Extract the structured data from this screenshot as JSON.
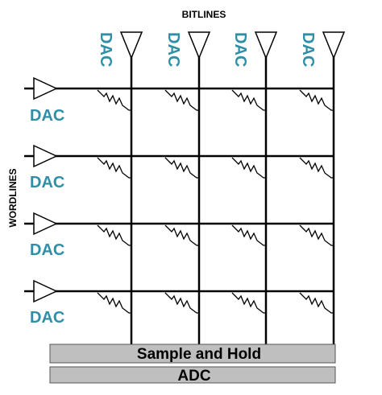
{
  "labels": {
    "bitlines": "BITLINES",
    "wordlines": "WORDLINES",
    "sample_hold": "Sample and Hold",
    "adc": "ADC"
  },
  "column_dacs": [
    "DAC",
    "DAC",
    "DAC",
    "DAC"
  ],
  "row_dacs": [
    "DAC",
    "DAC",
    "DAC",
    "DAC"
  ],
  "colors": {
    "dac_label": "#2e8fa6",
    "wire": "#000000",
    "bar_fill": "#bfbfbf"
  }
}
